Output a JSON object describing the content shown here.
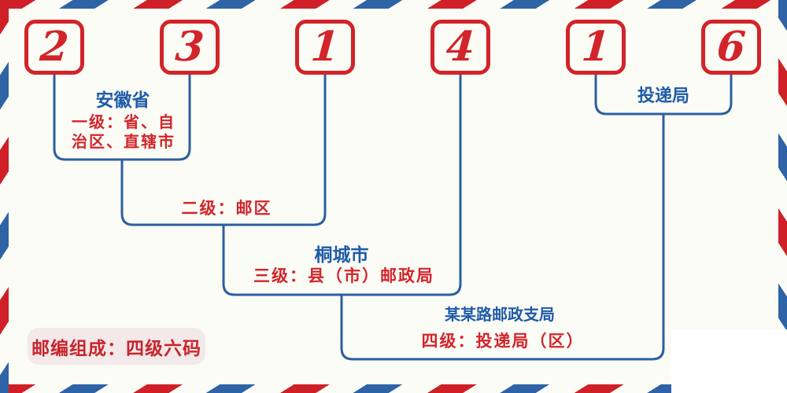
{
  "postal_code": {
    "digits": [
      "2",
      "3",
      "1",
      "4",
      "1",
      "6"
    ]
  },
  "annotations": {
    "level1": {
      "place": "安徽省",
      "desc_line1": "一级：省、自",
      "desc_line2": "治区、直辖市"
    },
    "level2": {
      "desc": "二级：邮区"
    },
    "level3": {
      "place": "桐城市",
      "desc": "三级：县（市）邮政局"
    },
    "level4": {
      "place": "某某路邮政支局",
      "desc": "四级：投递局（区）"
    },
    "delivery_office": {
      "label": "投递局"
    }
  },
  "footer_badge": {
    "text": "邮编组成：四级六码"
  },
  "colors": {
    "digit_red": "#d2242a",
    "text_red": "#d3242b",
    "text_blue": "#1f5ba8",
    "line_blue": "#2c5f9f",
    "stripe_red": "#cf2027",
    "stripe_blue": "#2e63a6",
    "background": "#fbfcf5",
    "badge_background": "#f3e9ea"
  }
}
